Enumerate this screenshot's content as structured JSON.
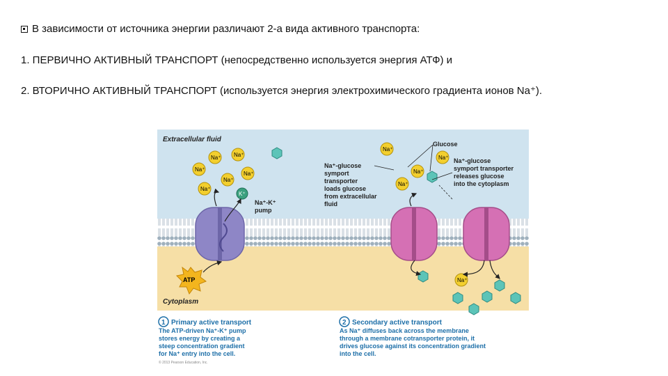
{
  "slide": {
    "line1": "В зависимости от источника энергии различают 2-а  вида активного транспорта:",
    "line2": "1.  ПЕРВИЧНО АКТИВНЫЙ ТРАНСПОРТ (непосредственно используется энергия АТФ) и",
    "line3": "2.  ВТОРИЧНО АКТИВНЫЙ ТРАНСПОРТ (используется энергия электрохимического градиента ионов Na⁺)."
  },
  "figure": {
    "extracellular_label": "Extracellular fluid",
    "cytoplasm_label": "Cytoplasm",
    "na_label": "Na⁺",
    "k_label": "K⁺",
    "atp_label": "ATP",
    "glucose_label": "Glucose",
    "pump_label_1": "Na⁺-K⁺",
    "pump_label_2": "pump",
    "symport_load": [
      "Na⁺-glucose",
      "symport",
      "transporter",
      "loads glucose",
      "from extracellular",
      "fluid"
    ],
    "symport_release": [
      "Na⁺-glucose",
      "symport transporter",
      "releases glucose",
      "into the cytoplasm"
    ],
    "primary_number": "1",
    "primary_title": "Primary active transport",
    "primary_text": [
      "The ATP-driven Na⁺-K⁺ pump",
      "stores energy by creating a",
      "steep concentration gradient",
      "for Na⁺ entry into the cell."
    ],
    "secondary_number": "2",
    "secondary_title": "Secondary active transport",
    "secondary_text": [
      "As Na⁺ diffuses back across the membrane",
      "through a membrane cotransporter protein, it",
      "drives glucose against its concentration gradient",
      "into the cell."
    ],
    "copyright": "© 2013 Pearson Education, Inc.",
    "colors": {
      "extracellular": "#cfe3ef",
      "cytoplasm": "#f6dfa6",
      "pump": "#8e86c6",
      "symporter": "#d570b4",
      "sodium": "#f3cf2e",
      "glucose": "#5cc4b8",
      "caption_title": "#1d6fa8"
    }
  }
}
